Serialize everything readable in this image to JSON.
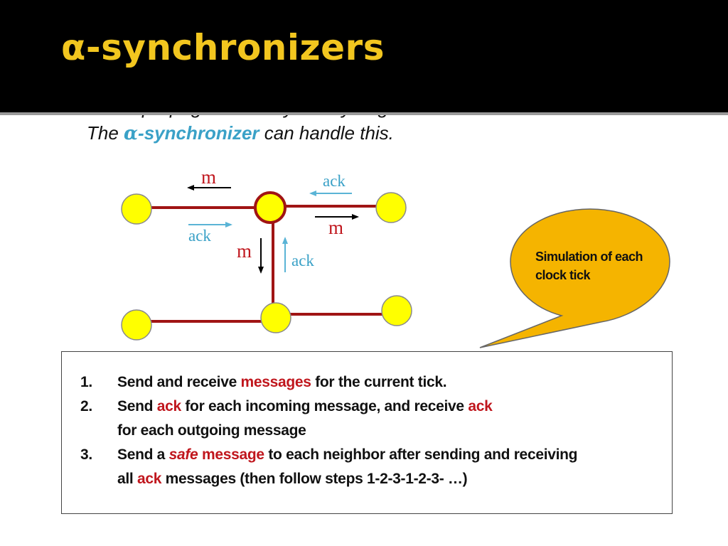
{
  "title": "α-synchronizers",
  "intro": {
    "clipped_fragment": "... propagates ... ally ... any ... ge",
    "prefix": "The ",
    "alpha": "α",
    "highlight": "-synchronizer",
    "suffix": " can handle this."
  },
  "diagram": {
    "labels": {
      "m_top": "m",
      "ack_top_right": "ack",
      "m_right": "m",
      "ack_left": "ack",
      "m_down": "m",
      "ack_up": "ack"
    },
    "colors": {
      "node_fill": "#ffff00",
      "node_stroke": "#8a8a8a",
      "center_stroke": "#a01414",
      "edge": "#a01414",
      "m_text": "#c0161d",
      "ack_text": "#3aa1c7",
      "ack_arrow": "#5ab4d6"
    }
  },
  "callout": {
    "text": "Simulation of each clock tick",
    "fill": "#f5b400"
  },
  "steps": [
    {
      "num": "1.",
      "parts": [
        {
          "t": "Send and receive ",
          "s": ""
        },
        {
          "t": "messages",
          "s": "red"
        },
        {
          "t": " for the current tick.",
          "s": ""
        }
      ]
    },
    {
      "num": "2.",
      "parts": [
        {
          "t": "Send ",
          "s": ""
        },
        {
          "t": "ack",
          "s": "red"
        },
        {
          "t": " for each incoming message, and receive ",
          "s": ""
        },
        {
          "t": "ack",
          "s": "red"
        },
        {
          "t": "\nfor each outgoing message",
          "s": ""
        }
      ]
    },
    {
      "num": "3.",
      "parts": [
        {
          "t": "Send  a ",
          "s": ""
        },
        {
          "t": "safe",
          "s": "red-it"
        },
        {
          "t": " message",
          "s": "red"
        },
        {
          "t": " to each neighbor after sending and receiving\n all ",
          "s": ""
        },
        {
          "t": "ack",
          "s": "red"
        },
        {
          "t": " messages (then follow steps 1-2-3-1-2-3- …)",
          "s": ""
        }
      ]
    }
  ]
}
